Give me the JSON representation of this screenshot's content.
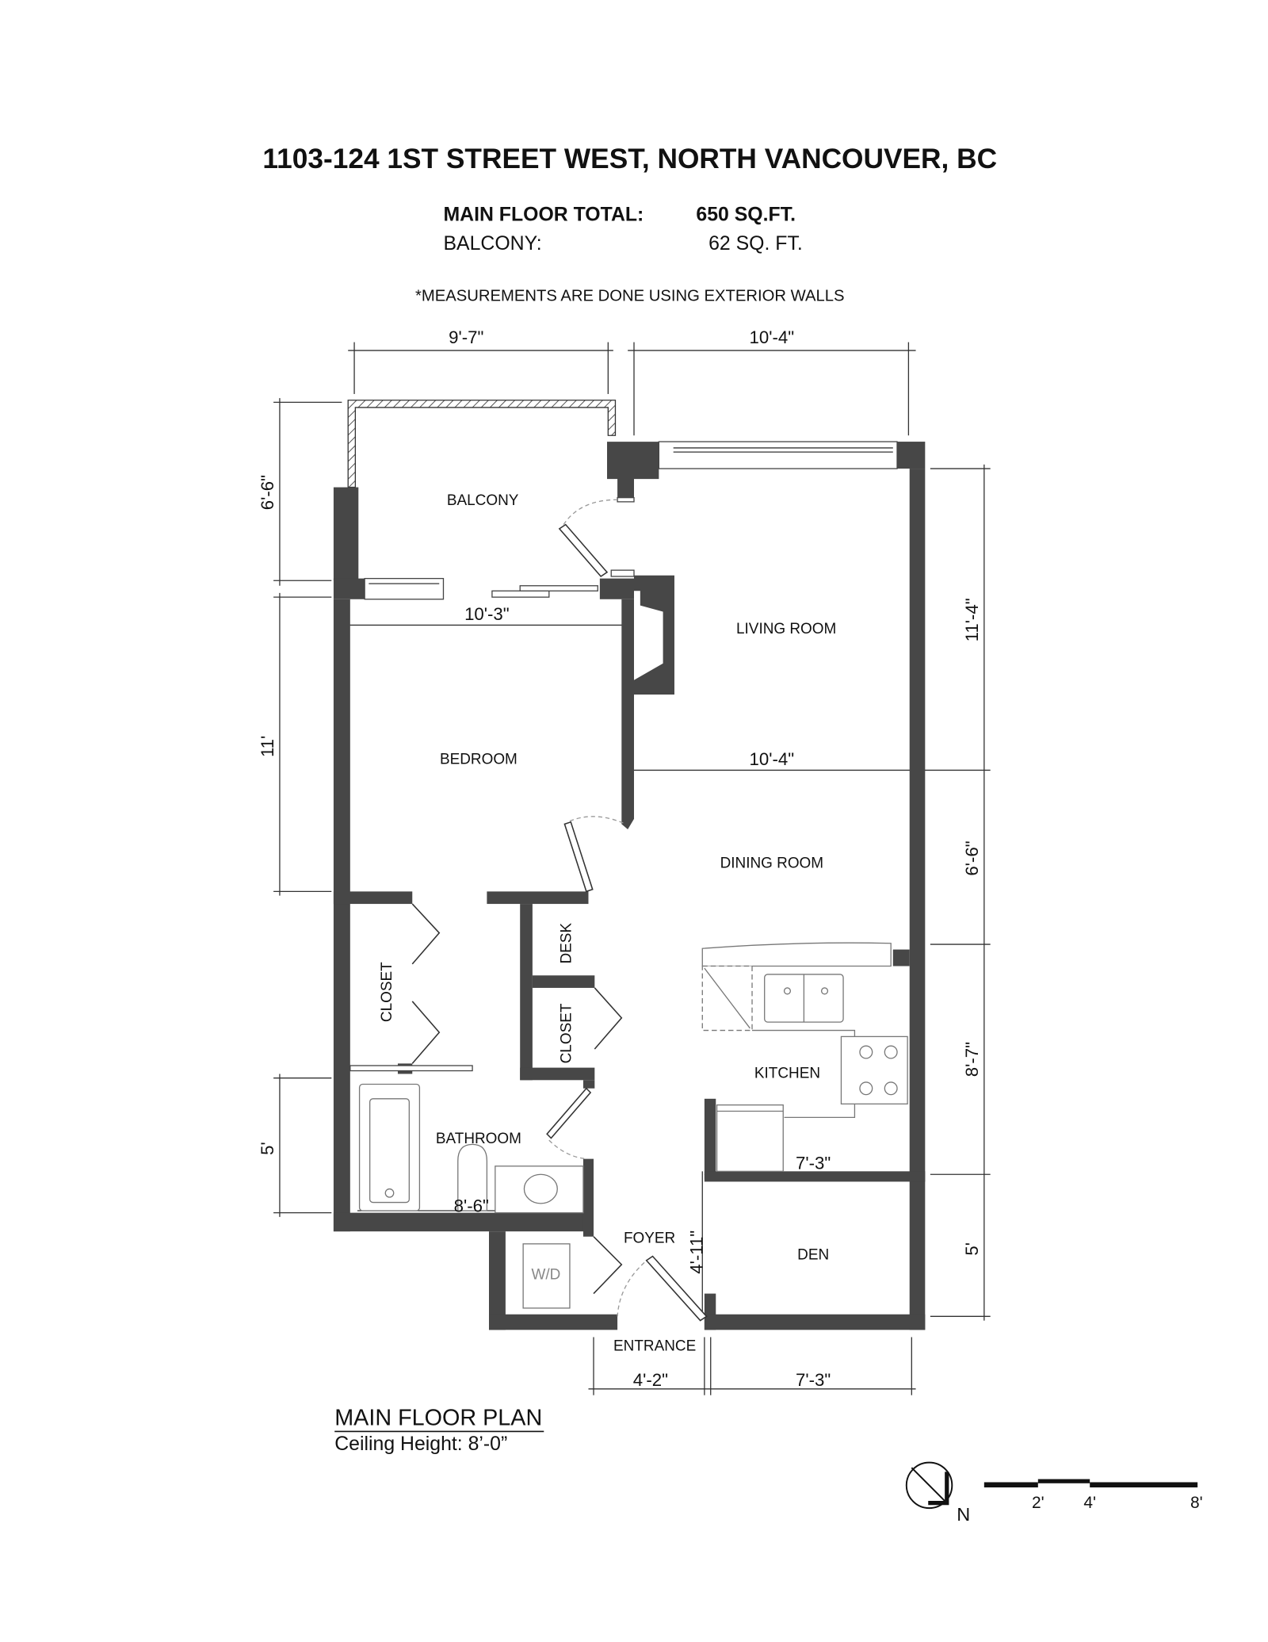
{
  "header": {
    "title": "1103-124 1ST STREET WEST, NORTH VANCOUVER, BC",
    "main_floor_label": "MAIN FLOOR TOTAL:",
    "main_floor_value": "650 SQ.FT.",
    "balcony_label": "BALCONY:",
    "balcony_value": "62 SQ. FT.",
    "note": "*MEASUREMENTS ARE DONE USING EXTERIOR WALLS"
  },
  "rooms": {
    "balcony": "BALCONY",
    "living": "LIVING ROOM",
    "bedroom": "BEDROOM",
    "dining": "DINING ROOM",
    "desk": "DESK",
    "closet1": "CLOSET",
    "closet2": "CLOSET",
    "kitchen": "KITCHEN",
    "bathroom": "BATHROOM",
    "foyer": "FOYER",
    "den": "DEN",
    "entrance": "ENTRANCE",
    "wd": "W/D"
  },
  "dimensions": {
    "balcony_width": "9'-7\"",
    "living_top_width": "10'-4\"",
    "balcony_depth": "6'-6\"",
    "bedroom_depth": "11'",
    "bath_depth": "5'",
    "living_depth": "11'-4\"",
    "dining_depth": "6'-6\"",
    "kitchen_depth": "8'-7\"",
    "den_depth": "5'",
    "bedroom_width": "10'-3\"",
    "living_width": "10'-4\"",
    "kitchen_width": "7'-3\"",
    "bath_width": "8'-6\"",
    "foyer_depth": "4'-11\"",
    "foyer_width": "4'-2\"",
    "den_width": "7'-3\""
  },
  "footer": {
    "plan_title": "MAIN FLOOR PLAN",
    "ceiling": "Ceiling Height: 8’-0”",
    "north": "N",
    "scale_labels": [
      "2'",
      "4'",
      "8'"
    ]
  }
}
